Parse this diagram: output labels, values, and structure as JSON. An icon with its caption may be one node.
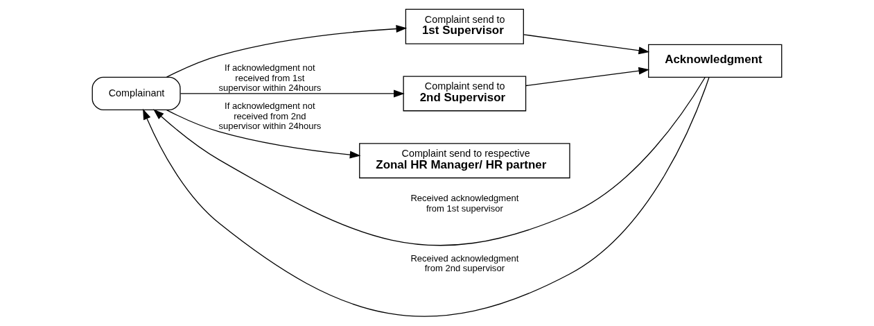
{
  "diagram": {
    "nodes": [
      {
        "text": [
          "Complainant"
        ]
      },
      {
        "text": [
          "Complaint send to",
          "1st Supervisor"
        ]
      },
      {
        "text": [
          "Complaint send to",
          "2nd Supervisor"
        ]
      },
      {
        "text": [
          "Complaint send to respective",
          "Zonal HR Manager/ HR partner"
        ]
      },
      {
        "text": [
          "Acknowledgment"
        ]
      }
    ],
    "edges": [
      {
        "from": 0,
        "to": 1,
        "arrow": "to"
      },
      {
        "from": 0,
        "to": 2,
        "arrow": "to",
        "label": "If acknowledgment not received from 1st supervisor within 24hours"
      },
      {
        "from": 0,
        "to": 3,
        "arrow": "to",
        "label": "If acknowledgment not received from 2nd supervisor within 24hours"
      },
      {
        "from": 1,
        "to": 4,
        "arrow": "to"
      },
      {
        "from": 2,
        "to": 4,
        "arrow": "to"
      },
      {
        "from": 4,
        "to": 0,
        "arrow": "to",
        "label": "Received acknowledgment from 1st supervisor"
      },
      {
        "from": 4,
        "to": 0,
        "arrow": "to",
        "label": "Received acknowledgment from 2nd supervisor"
      }
    ]
  }
}
